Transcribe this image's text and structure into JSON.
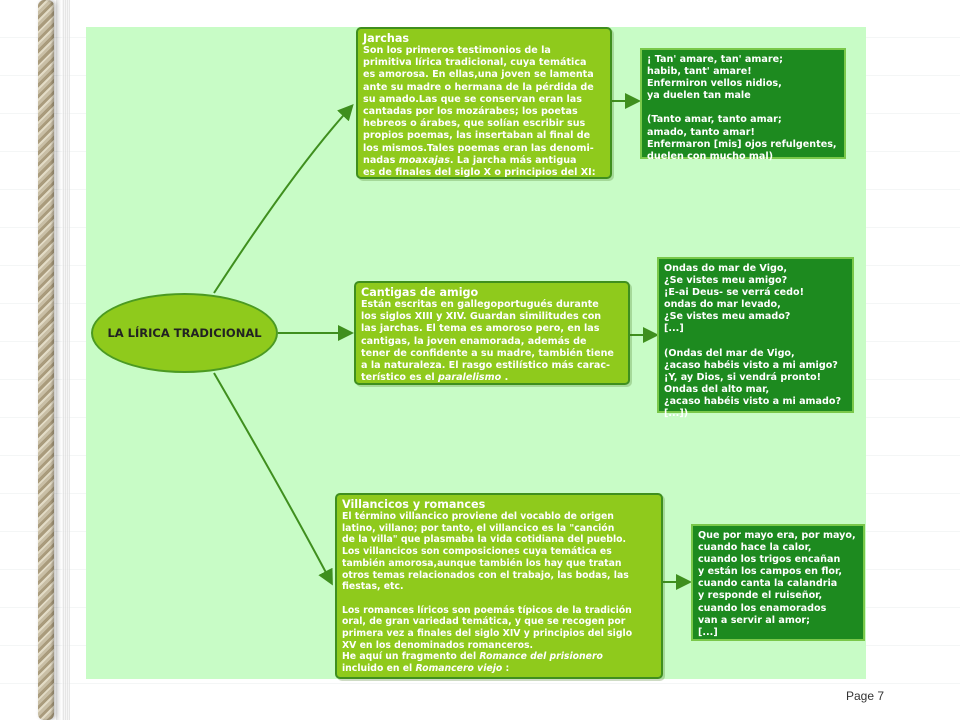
{
  "center_node": "LA LÍRICA TRADICIONAL",
  "nodes": [
    {
      "title": "Jarchas",
      "body_before_em": "Son los primeros testimonios de la\nprimitiva lírica tradicional, cuya temática\nes amorosa. En ellas,una joven se lamenta\nante su madre o hermana de la pérdida de\nsu amado.Las que se conservan eran las\ncantadas por los mozárabes; los poetas\nhebreos o árabes, que solían escribir sus\npropios poemas, las insertaban al final de\nlos mismos.Tales poemas eran las denomi-\nnadas ",
      "em": "moaxajas",
      "body_after_em": ". La jarcha más antigua\nes de finales del siglo X o principios del XI:"
    },
    {
      "title": "Cantigas de amigo",
      "body_before_em": "Están escritas en gallegoportugués durante\nlos siglos XIII y XIV. Guardan similitudes con\nlas jarchas. El tema es amoroso pero, en las\ncantigas, la joven enamorada, además de\ntener de confidente a su madre, también tiene\na la naturaleza. El rasgo estilístico más carac-\nterístico es el ",
      "em": "paralelismo",
      "body_after_em": " ."
    },
    {
      "title": "Villancicos y romances",
      "body_before_em": "El término villancico proviene del vocablo de origen\nlatino, villano; por tanto, el villancico es la \"canción\nde la villa\" que plasmaba la vida cotidiana del pueblo.\nLos villancicos son composiciones cuya temática es\ntambién amorosa,aunque también los hay que tratan\notros temas relacionados con el trabajo, las bodas, las\nfiestas, etc.\n\nLos romances líricos son poemás típicos de la tradición\noral, de gran variedad temática, y que se recogen por\nprimera vez a finales del siglo XIV y principios del siglo\nXV en los denominados romanceros.\nHe aquí un fragmento del ",
      "em": "Romance del prisionero",
      "body_middle": "\nincluido en el ",
      "em2": "Romancero viejo",
      "body_after_em": " :"
    }
  ],
  "quotes": [
    "¡ Tan' amare, tan' amare;\nhabib, tant' amare!\nEnfermiron vellos nidios,\nya duelen tan male\n\n(Tanto amar, tanto amar;\namado, tanto amar!\nEnfermaron [mis] ojos refulgentes,\nduelen con mucho mal)",
    "Ondas do mar de Vigo,\n¿Se vistes meu amigo?\n   ¡E-ai Deus- se verrá cedo!\nondas do mar levado,\n¿Se vistes meu amado?\n[...]\n\n(Ondas del mar de Vigo,\n¿acaso habéis visto a mi amigo?\n   ¡Y, ay Dios, si vendrá pronto!\nOndas del alto mar,\n¿acaso habéis visto a mi amado?\n[...])",
    "Que por mayo era, por mayo,\ncuando hace la calor,\ncuando los trigos encañan\ny están los campos en flor,\ncuando canta la calandria\ny responde el ruiseñor,\ncuando los enamorados\nvan a servir al amor;\n[...]"
  ],
  "footer": {
    "page_label": "Page  7"
  }
}
